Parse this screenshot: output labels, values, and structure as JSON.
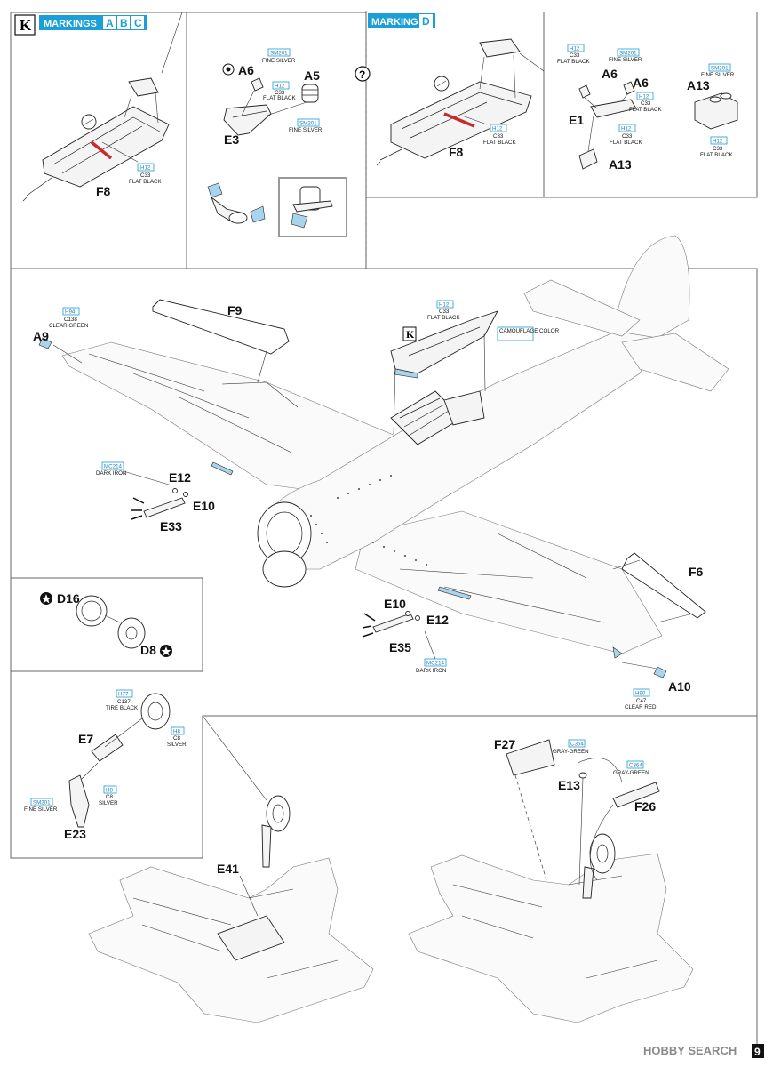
{
  "header": {
    "k_symbol": "K",
    "markings_abc_label": "MARKINGS",
    "markings_abc": [
      "A",
      "B",
      "C"
    ],
    "markings_d_label": "MARKING",
    "markings_d": "D",
    "question_symbol": "?"
  },
  "parts": {
    "F8_left": "F8",
    "F8_right": "F8",
    "A6_a": "A6",
    "A5": "A5",
    "E3": "E3",
    "A6_b": "A6",
    "A6_c": "A6",
    "E1": "E1",
    "A13_a": "A13",
    "A13_b": "A13",
    "A9": "A9",
    "F9": "F9",
    "E12_top": "E12",
    "E10_top": "E10",
    "E33": "E33",
    "F6": "F6",
    "E10_bottom": "E10",
    "E12_bottom": "E12",
    "E35": "E35",
    "A10": "A10",
    "D16": "D16",
    "D8": "D8",
    "E7": "E7",
    "E23": "E23",
    "E41": "E41",
    "F27": "F27",
    "E13": "E13",
    "F26": "F26",
    "k_marker_main": "K"
  },
  "colors": {
    "c1": {
      "code": "H12",
      "code2": "C33",
      "name": "FLAT BLACK"
    },
    "c2": {
      "code": "SM201",
      "name": "FINE SILVER"
    },
    "c3": {
      "code": "H12",
      "code2": "C33",
      "name": "FLAT BLACK"
    },
    "c4": {
      "code": "SM201",
      "name": "FINE SILVER"
    },
    "c5": {
      "code": "H12",
      "code2": "C33",
      "name": "FLAT BLACK"
    },
    "c6": {
      "code": "H12",
      "code2": "C33",
      "name": "FLAT BLACK"
    },
    "c7": {
      "code": "SM201",
      "name": "FINE SILVER"
    },
    "c8": {
      "code": "H12",
      "code2": "C33",
      "name": "FLAT BLACK"
    },
    "c9": {
      "code": "H12",
      "code2": "C33",
      "name": "FLAT BLACK"
    },
    "c10": {
      "code": "SM201",
      "name": "FINE SILVER"
    },
    "c11": {
      "code": "H12",
      "code2": "C33",
      "name": "FLAT BLACK"
    },
    "c12": {
      "code": "H94",
      "code2": "C138",
      "name": "CLEAR GREEN"
    },
    "c13": {
      "code": "H12",
      "code2": "C33",
      "name": "FLAT BLACK"
    },
    "c14": {
      "name": "CAMOUFLAGE COLOR"
    },
    "c15": {
      "code": "MC214",
      "name": "DARK IRON"
    },
    "c16": {
      "code": "MC214",
      "name": "DARK IRON"
    },
    "c17": {
      "code": "H90",
      "code2": "C47",
      "name": "CLEAR RED"
    },
    "c18": {
      "code": "H77",
      "code2": "C137",
      "name": "TIRE BLACK"
    },
    "c19": {
      "code": "H8",
      "code2": "C8",
      "name": "SILVER"
    },
    "c20": {
      "code": "H8",
      "code2": "C8",
      "name": "SILVER"
    },
    "c21": {
      "code": "SM201",
      "name": "FINE SILVER"
    },
    "c22": {
      "code": "C364",
      "name": "GRAY-GREEN"
    },
    "c23": {
      "code": "C364",
      "name": "GRAY-GREEN"
    }
  },
  "page_number": "9",
  "watermark": "HOBBY SEARCH",
  "accent_colors": {
    "code_blue": "#1a9fd8",
    "highlight_red": "#c92a2a",
    "part_blue": "#a9d4ee"
  }
}
